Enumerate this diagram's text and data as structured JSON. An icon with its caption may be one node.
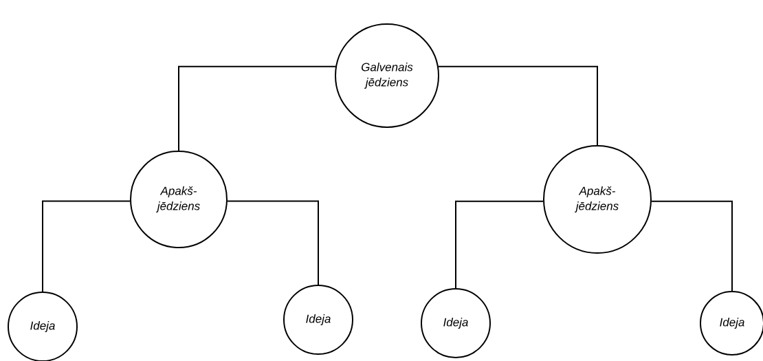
{
  "diagram": {
    "nodes": [
      {
        "text": [
          "Galvenais jēdziens"
        ]
      },
      {
        "text": [
          "Apakš- jēdziens"
        ]
      },
      {
        "text": [
          "Apakš- jēdziens"
        ]
      },
      {
        "text": [
          "Ideja"
        ]
      },
      {
        "text": [
          "Ideja"
        ]
      },
      {
        "text": [
          "Ideja"
        ]
      },
      {
        "text": [
          "Ideja"
        ]
      }
    ],
    "edges": [
      {
        "from": 0,
        "to": 1,
        "arrow": "none"
      },
      {
        "from": 0,
        "to": 2,
        "arrow": "none"
      },
      {
        "from": 1,
        "to": 3,
        "arrow": "none"
      },
      {
        "from": 1,
        "to": 4,
        "arrow": "none"
      },
      {
        "from": 2,
        "to": 5,
        "arrow": "none"
      },
      {
        "from": 2,
        "to": 6,
        "arrow": "none"
      }
    ]
  }
}
